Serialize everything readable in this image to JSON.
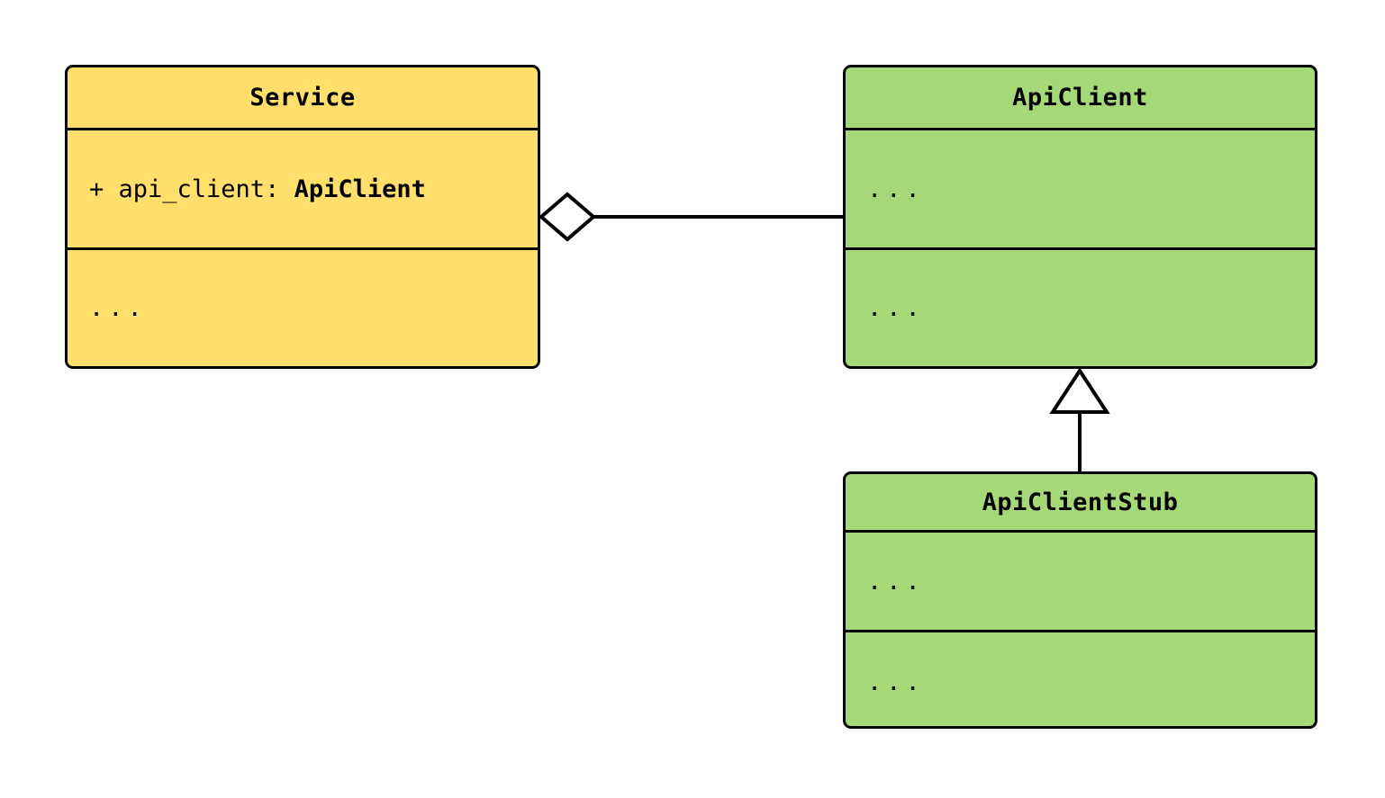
{
  "diagram": {
    "type": "uml-class-diagram",
    "background": "#ffffff",
    "stroke": "#000000",
    "colors": {
      "service_fill": "#ffdf6c",
      "apiclient_fill": "#a5d977",
      "apiclientstub_fill": "#a5d977",
      "border": "#000000",
      "marker_fill": "#ffffff"
    }
  },
  "classes": {
    "service": {
      "name": "Service",
      "fill": "#ffdf6c",
      "attributes": [
        {
          "visibility": "+",
          "label": "+ api_client: ",
          "type": "ApiClient",
          "full": "+ api_client: ApiClient"
        }
      ],
      "methods": [
        {
          "label": "..."
        }
      ]
    },
    "apiclient": {
      "name": "ApiClient",
      "fill": "#a5d977",
      "attributes": [
        {
          "label": "..."
        }
      ],
      "methods": [
        {
          "label": "..."
        }
      ]
    },
    "apiclientstub": {
      "name": "ApiClientStub",
      "fill": "#a5d977",
      "attributes": [
        {
          "label": "..."
        }
      ],
      "methods": [
        {
          "label": "..."
        }
      ]
    }
  },
  "relationships": [
    {
      "id": "service-aggregates-apiclient",
      "kind": "aggregation",
      "marker": "hollow-diamond",
      "source": "Service",
      "target": "ApiClient",
      "label": ""
    },
    {
      "id": "apiclientstub-inherits-apiclient",
      "kind": "generalization",
      "marker": "hollow-triangle",
      "source": "ApiClientStub",
      "target": "ApiClient",
      "label": ""
    }
  ]
}
